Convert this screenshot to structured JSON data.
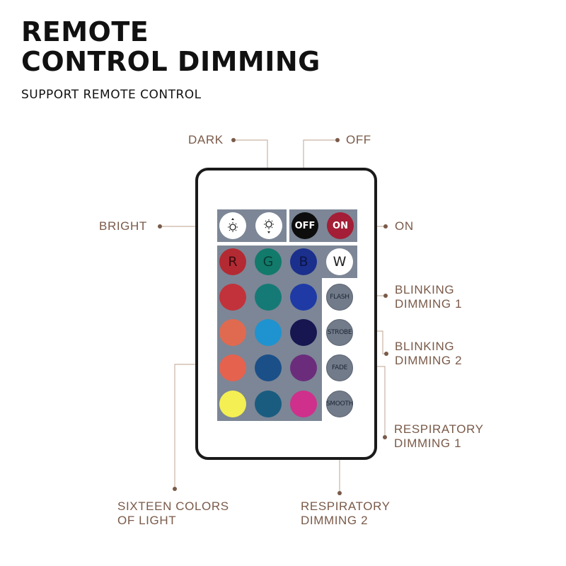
{
  "title": {
    "line1": "REMOTE",
    "line2": "CONTROL DIMMING"
  },
  "subtitle": "SUPPORT REMOTE CONTROL",
  "labels": {
    "dark": "DARK",
    "off": "OFF",
    "bright": "BRIGHT",
    "on": "ON",
    "blinking1": {
      "line1": "BLINKING",
      "line2": "DIMMING 1"
    },
    "blinking2": {
      "line1": "BLINKING",
      "line2": "DIMMING 2"
    },
    "respiratory1": {
      "line1": "RESPIRATORY",
      "line2": "DIMMING 1"
    },
    "respiratory2": {
      "line1": "RESPIRATORY",
      "line2": "DIMMING 2"
    },
    "sixteen": {
      "line1": "SIXTEEN COLORS",
      "line2": "OF LIGHT"
    }
  },
  "remote": {
    "brightness_icons": [
      "brightness-up-icon",
      "brightness-down-icon"
    ],
    "power": {
      "off": "OFF",
      "on": "ON"
    },
    "rgbw": {
      "r": "R",
      "g": "G",
      "b": "B",
      "w": "W"
    },
    "modes": {
      "flash": "FLASH",
      "strobe": "STROBE",
      "fade": "FADE",
      "smooth": "SMOOTH"
    },
    "colors": {
      "row1": [
        "#c2323b",
        "#157a76",
        "#1f3aa5"
      ],
      "row2": [
        "#e06a50",
        "#1f93cf",
        "#171651"
      ],
      "row3": [
        "#e5624f",
        "#1b4f88",
        "#6b2d7b"
      ],
      "row4": [
        "#f4ef52",
        "#195c80",
        "#cf308b"
      ],
      "rgb": [
        "#b42a32",
        "#127a6a",
        "#1b2f8d"
      ]
    }
  },
  "colors": {
    "label": "#7a5a49",
    "line": "#b89a88",
    "dot": "#7a5a49",
    "panel": "#7c8696"
  }
}
